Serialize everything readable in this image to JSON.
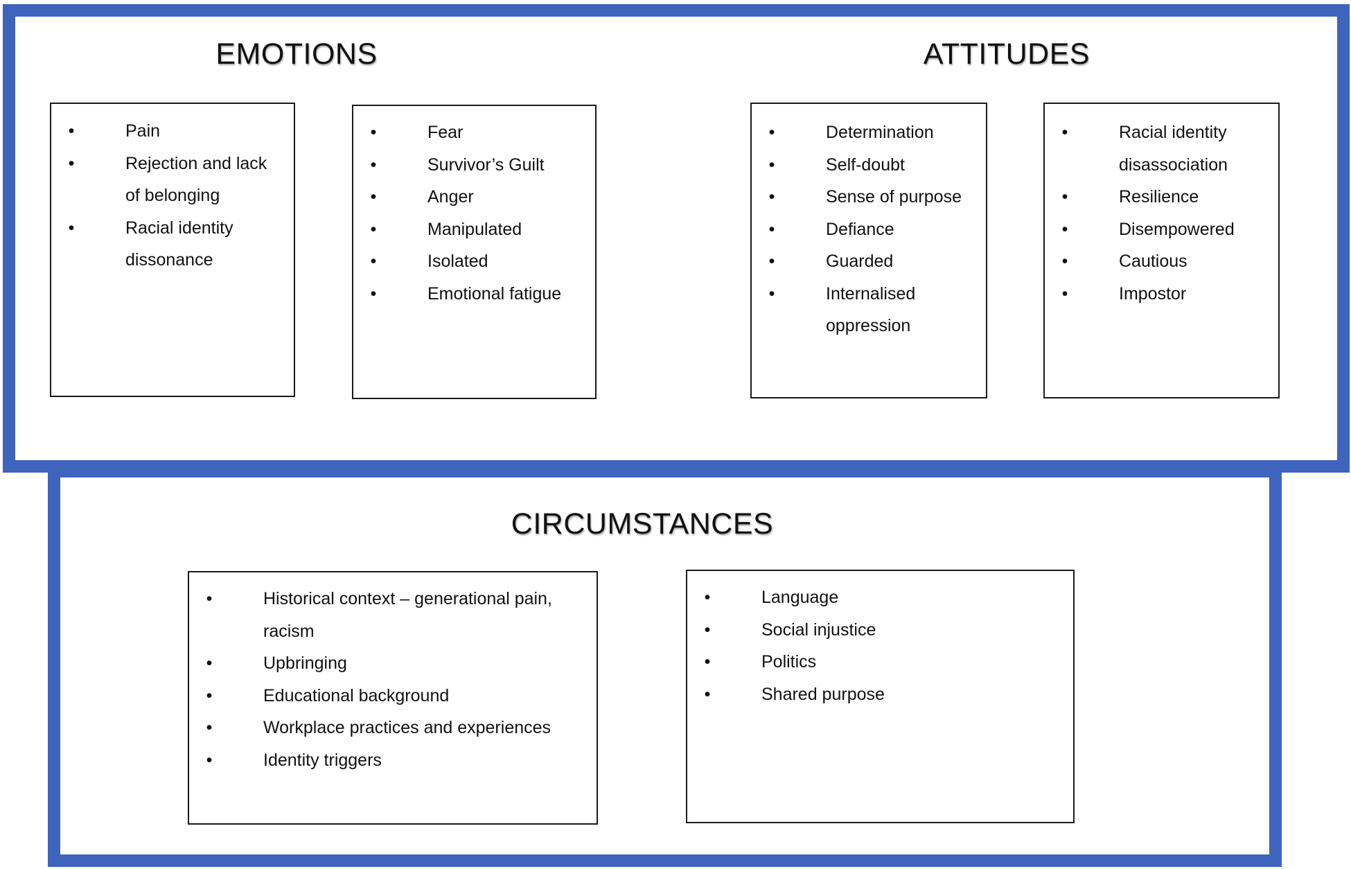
{
  "emotions": {
    "title": "EMOTIONS",
    "col1": [
      "Pain",
      "Rejection and lack of belonging",
      "Racial identity dissonance"
    ],
    "col2": [
      "Fear",
      "Survivor’s Guilt",
      "Anger",
      "Manipulated",
      "Isolated",
      "Emotional fatigue"
    ]
  },
  "attitudes": {
    "title": "ATTITUDES",
    "col1": [
      "Determination",
      "Self-doubt",
      "Sense of purpose",
      "Defiance",
      "Guarded",
      "Internalised oppression"
    ],
    "col2": [
      "Racial identity disassociation",
      "Resilience",
      "Disempowered",
      "Cautious",
      "Impostor"
    ]
  },
  "circumstances": {
    "title": "CIRCUMSTANCES",
    "col1": [
      "Historical context – generational pain, racism",
      "Upbringing",
      "Educational background",
      "Workplace practices and experiences",
      "Identity triggers"
    ],
    "col2": [
      "Language",
      "Social injustice",
      "Politics",
      "Shared purpose"
    ]
  },
  "bullet_symbol": "•",
  "colors": {
    "panel_border": "#3f64bd",
    "card_border": "#1a1a1a"
  }
}
